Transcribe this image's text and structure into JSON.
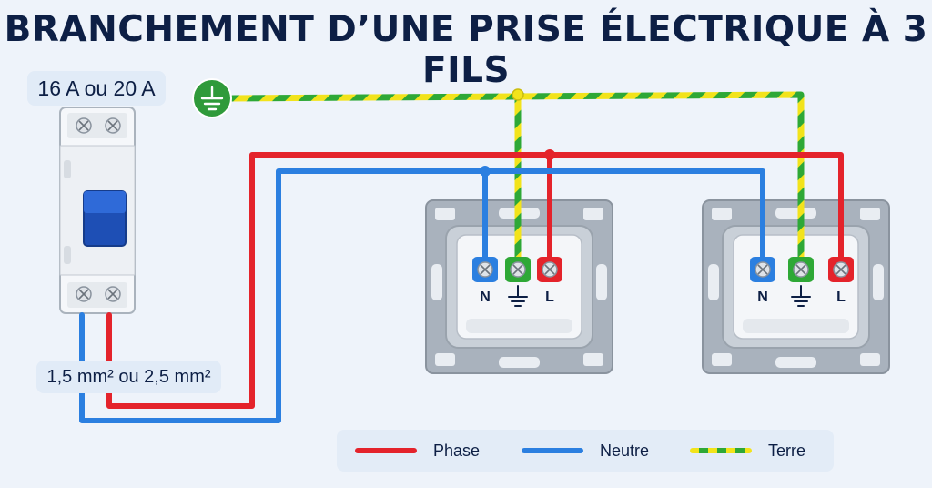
{
  "title": "BRANCHEMENT D’UNE PRISE ÉLECTRIQUE À 3 FILS",
  "breaker_rating": "16 A ou 20 A",
  "wire_section": "1,5 mm² ou 2,5 mm²",
  "terminals": {
    "neutral": "N",
    "live": "L"
  },
  "legend": [
    {
      "label": "Phase",
      "color": "#e4232b"
    },
    {
      "label": "Neutre",
      "color": "#2b7fe0"
    },
    {
      "label": "Terre",
      "color": "earth-stripe"
    }
  ],
  "colors": {
    "phase": "#e4232b",
    "neutral": "#2b7fe0",
    "earth_yellow": "#f2e31b",
    "earth_green": "#2ea836",
    "title": "#0d1f45"
  },
  "icons": {
    "earth_symbol": "ground-icon"
  }
}
